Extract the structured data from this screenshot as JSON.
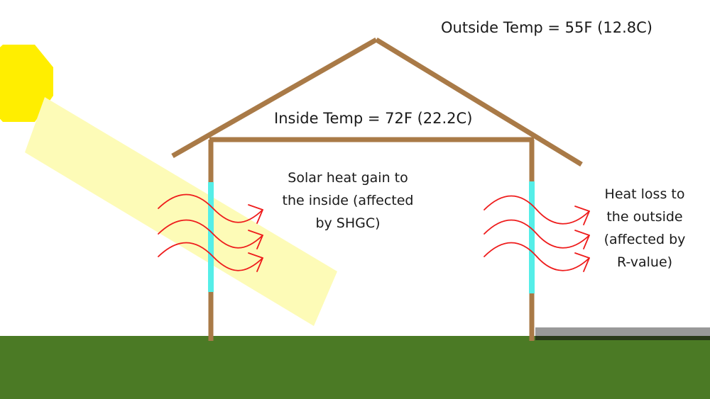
{
  "labels": {
    "outside_temp": "Outside Temp = 55F (12.8C)",
    "inside_temp": "Inside Temp = 72F (22.2C)",
    "solar_gain": [
      "Solar heat gain to",
      "the inside (affected",
      "by SHGC)"
    ],
    "heat_loss": [
      "Heat loss to",
      "the outside",
      "(affected by",
      "R-value)"
    ]
  },
  "colors": {
    "sun": "#ffee00",
    "sunbeam": "#fdfbb7",
    "frame": "#a97a47",
    "window": "#55eee8",
    "heat_arrows": "#ee1c1c",
    "ground": "#4b7a25",
    "pavement": "#999999"
  },
  "icons": {
    "sun": "sun-icon",
    "heat_arrow": "wavy-arrow-icon"
  }
}
